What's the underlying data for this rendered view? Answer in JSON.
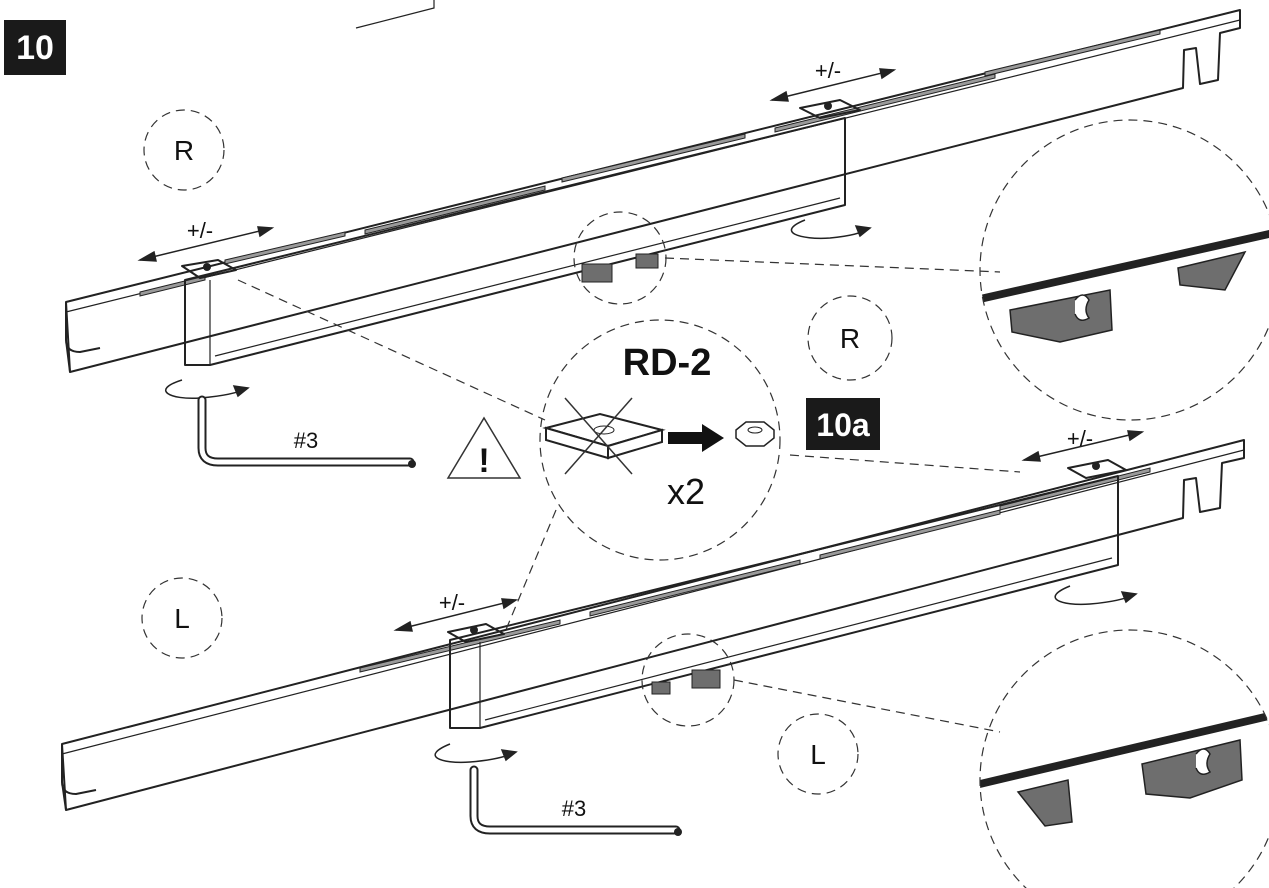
{
  "step": {
    "number": "10",
    "sub_step": "10a"
  },
  "side_labels": {
    "right_top": "R",
    "right_mid": "R",
    "left_top": "L",
    "left_mid": "L"
  },
  "adjust_labels": {
    "top_right": "+/-",
    "top_left": "+/-",
    "bottom_right": "+/-",
    "bottom_left": "+/-"
  },
  "tool_labels": {
    "top": "#3",
    "bottom": "#3"
  },
  "part": {
    "code": "RD-2",
    "quantity": "x2"
  },
  "icons": {
    "warning": "warning-triangle-icon",
    "arrow": "right-arrow-icon",
    "nut": "hex-nut-icon",
    "cross": "cross-out-icon"
  },
  "colors": {
    "line": "#222222",
    "badge": "#1a1a1a",
    "detail_fill": "#6e6e6e"
  }
}
